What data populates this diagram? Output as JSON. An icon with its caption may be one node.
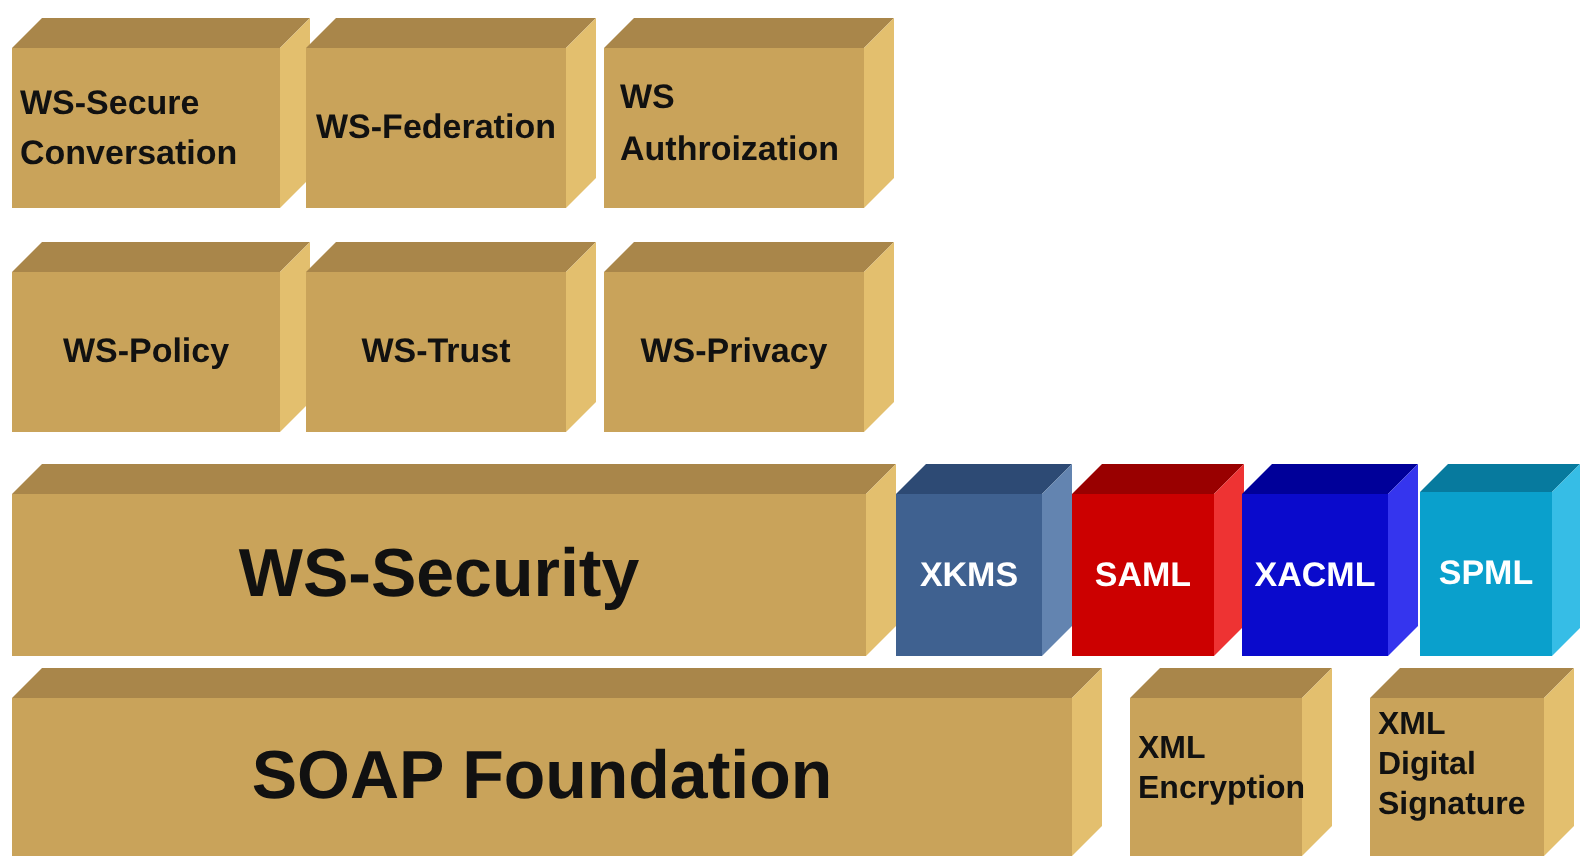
{
  "diagram": {
    "nodes": [
      {
        "text": [
          "WS-Secure Conversation"
        ]
      },
      {
        "text": [
          "WS-Federation"
        ]
      },
      {
        "text": [
          "WS Authroization"
        ]
      },
      {
        "text": [
          "WS-Policy"
        ]
      },
      {
        "text": [
          "WS-Trust"
        ]
      },
      {
        "text": [
          "WS-Privacy"
        ]
      },
      {
        "text": [
          "WS-Security"
        ]
      },
      {
        "text": [
          "XKMS"
        ]
      },
      {
        "text": [
          "SAML"
        ]
      },
      {
        "text": [
          "XACML"
        ]
      },
      {
        "text": [
          "SPML"
        ]
      },
      {
        "text": [
          "SOAP Foundation"
        ]
      },
      {
        "text": [
          "XML Encryption"
        ]
      },
      {
        "text": [
          "XML Digital Signature"
        ]
      }
    ]
  }
}
